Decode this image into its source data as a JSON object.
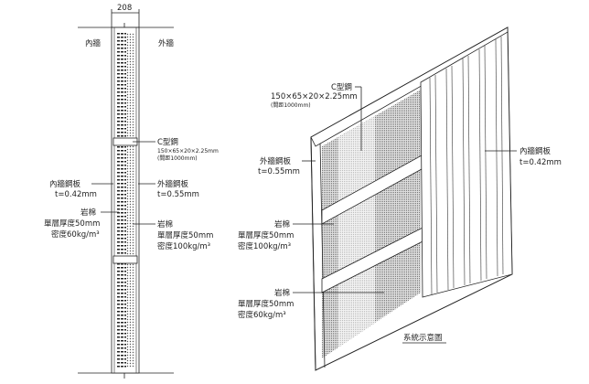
{
  "section": {
    "dimension": "208",
    "inner_side": "內牆",
    "outer_side": "外牆",
    "c_steel": {
      "name": "C型鋼",
      "spec": "150×65×20×2.25mm",
      "spacing": "(間距1000mm)"
    },
    "inner_sheet": {
      "name": "內牆鋼板",
      "thickness": "t=0.42mm"
    },
    "outer_sheet": {
      "name": "外牆鋼板",
      "thickness": "t=0.55mm"
    },
    "wool_inner": {
      "name": "岩棉",
      "thickness": "單層厚度50mm",
      "density": "密度60kg/m³"
    },
    "wool_outer": {
      "name": "岩棉",
      "thickness": "單層厚度50mm",
      "density": "密度100kg/m³"
    }
  },
  "iso": {
    "c_steel": {
      "name": "C型鋼",
      "spec": "150×65×20×2.25mm",
      "spacing": "(間距1000mm)"
    },
    "outer_sheet": {
      "name": "外牆鋼板",
      "thickness": "t=0.55mm"
    },
    "inner_sheet": {
      "name": "內牆鋼板",
      "thickness": "t=0.42mm"
    },
    "wool_outer": {
      "name": "岩棉",
      "thickness": "單層厚度50mm",
      "density": "密度100kg/m³"
    },
    "wool_inner": {
      "name": "岩棉",
      "thickness": "單層厚度50mm",
      "density": "密度60kg/m³"
    },
    "caption": "系統示意圖"
  }
}
